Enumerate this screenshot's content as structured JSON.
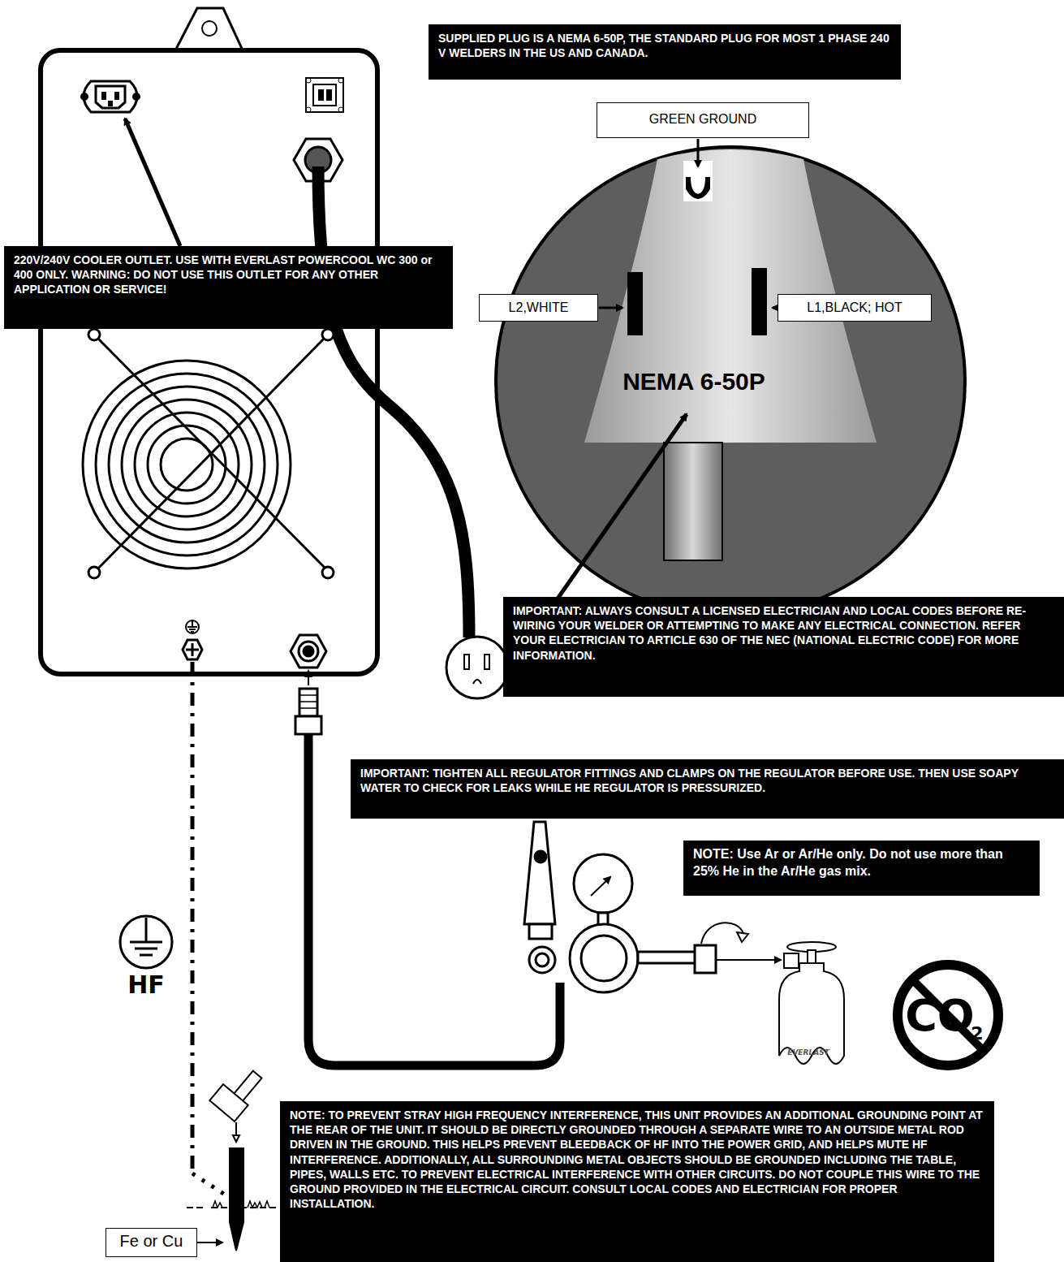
{
  "diagram": {
    "nodes": [
      {
        "text": [
          "SUPPLIED PLUG IS A NEMA 6-50P, THE STANDARD PLUG FOR MOST 1 PHASE 240 V WELDERS IN THE US AND CANADA."
        ]
      },
      {
        "text": [
          "GREEN GROUND"
        ]
      },
      {
        "text": [
          "220V/240V COOLER OUTLET. USE WITH EVERLAST POWERCOOL WC 300 or 400 ONLY. WARNING: DO NOT USE THIS OUTLET FOR ANY OTHER APPLICATION OR SERVICE!"
        ]
      },
      {
        "text": [
          "L2,WHITE"
        ]
      },
      {
        "text": [
          "L1,BLACK; HOT"
        ]
      },
      {
        "text": [
          "IMPORTANT: ALWAYS CONSULT A LICENSED ELECTRICIAN AND LOCAL CODES BEFORE RE-WIRING YOUR WELDER OR ATTEMPTING TO MAKE ANY ELECTRICAL CONNECTION. REFER YOUR ELECTRICIAN TO ARTICLE 630 OF THE NEC (NATIONAL ELECTRIC CODE) FOR MORE INFORMATION."
        ]
      },
      {
        "text": [
          "IMPORTANT: TIGHTEN ALL REGULATOR FITTINGS AND CLAMPS ON THE REGULATOR BEFORE USE. THEN USE SOAPY WATER TO CHECK FOR LEAKS WHILE HE REGULATOR IS PRESSURIZED."
        ]
      },
      {
        "text": [
          "NOTE: Use Ar or Ar/He only. Do not use more than 25% He in the Ar/He gas mix."
        ]
      },
      {
        "text": [
          "NOTE: TO PREVENT STRAY HIGH FREQUENCY INTERFERENCE, THIS UNIT PROVIDES AN ADDITIONAL GROUNDING POINT AT THE REAR OF THE UNIT. IT SHOULD BE DIRECTLY GROUNDED THROUGH A SEPARATE WIRE TO AN OUTSIDE METAL ROD DRIVEN IN THE GROUND. THIS HELPS PREVENT BLEEDBACK OF HF INTO THE POWER GRID, AND HELPS MUTE HF INTERFERENCE. ADDITIONALLY, ALL SURROUNDING METAL OBJECTS SHOULD BE GROUNDED INCLUDING THE TABLE, PIPES, WALLS ETC. TO PREVENT ELECTRICAL INTERFERENCE WITH OTHER CIRCUITS. DO NOT COUPLE THIS WIRE TO THE GROUND PROVIDED IN THE ELECTRICAL CIRCUIT. CONSULT LOCAL CODES AND ELECTRICIAN FOR PROPER INSTALLATION."
        ]
      },
      {
        "text": [
          "Fe or Cu"
        ]
      }
    ],
    "labels": [
      "NEMA 6-50P",
      "HF",
      "CO",
      "2",
      "EVERLAST"
    ]
  }
}
